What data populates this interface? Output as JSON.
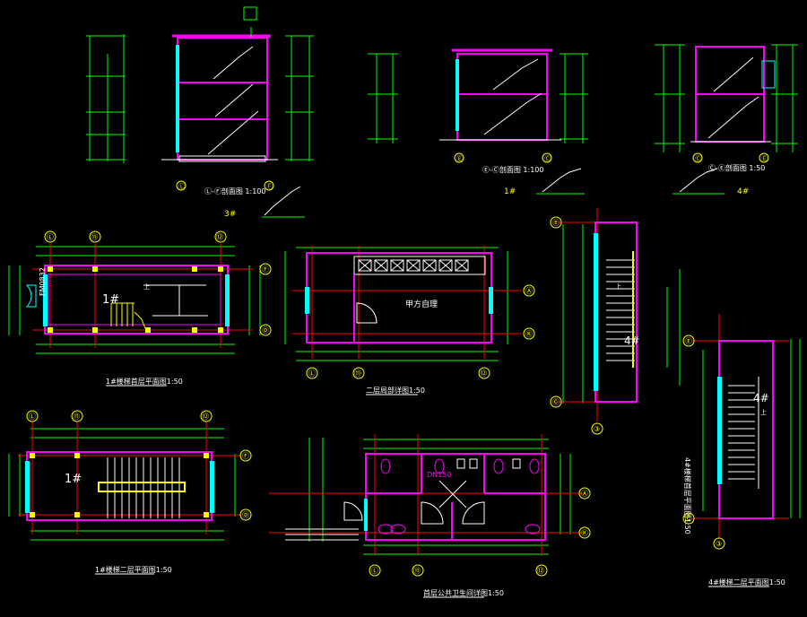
{
  "colors": {
    "background": "#000000",
    "wall": "#ff00ff",
    "dim": "#00ff00",
    "axis": "#ff0000",
    "stair": "#ffffff",
    "window": "#00ffff",
    "label": "#ffffff",
    "accent": "#ffff00"
  },
  "drawings": {
    "section_l_f": "Ⓛ-Ⓕ剖面图 1:100",
    "section_3": "3#",
    "section_e_c": "Ⓔ-Ⓒ剖面图 1:100",
    "section_1": "1#",
    "section_c_e": "Ⓒ-Ⓔ剖面图 1:50",
    "section_4": "4#",
    "plan_1_ground": "1#楼梯首层平面图1:50",
    "stair_no_1": "1#",
    "door_tag": "FM0832",
    "plan_2f_office": "二层局部详图1:50",
    "room_label": "甲方自理",
    "plan_4_ground": "4#楼梯首层平面图1:50",
    "stair_no_4": "4#",
    "plan_1_second": "1#楼梯二层平面图1:50",
    "plan_toilet": "首层公共卫生间详图1:50",
    "plan_4_second": "4#楼梯二层平面图1:50"
  },
  "axes": {
    "l": "Ⓛ",
    "n11": "⑪",
    "n12": "⑫",
    "f": "Ⓕ",
    "d": "Ⓓ",
    "a": "Ⓐ",
    "k": "Ⓚ",
    "e": "Ⓔ",
    "c": "Ⓒ",
    "n3": "③",
    "n5": "⑤"
  },
  "marks": {
    "up": "上",
    "pipe": "DN150"
  }
}
